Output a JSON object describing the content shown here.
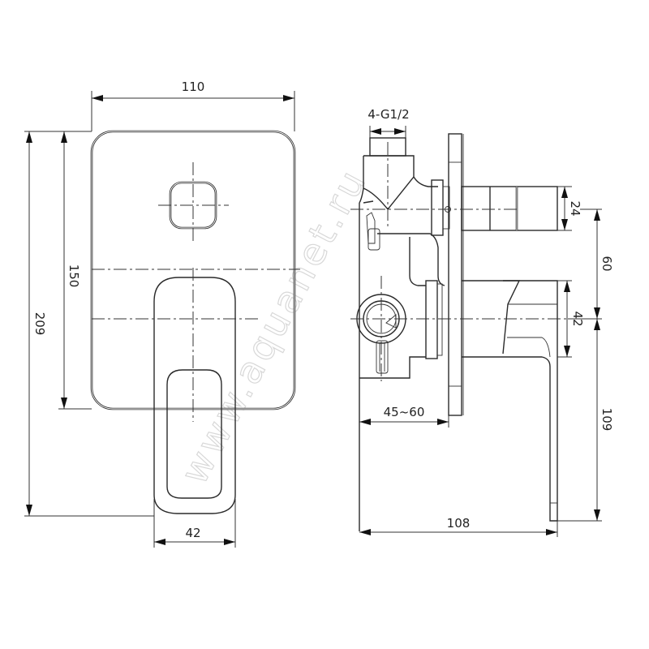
{
  "watermark": "www.aquanet.ru",
  "front_view": {
    "width_label": "110",
    "plate_height_label": "150",
    "total_height_label": "209",
    "handle_width_label": "42"
  },
  "side_view": {
    "thread_label": "4-G1/2",
    "stem_height_label": "24",
    "axis_offset_label": "60",
    "handle_height_label": "42",
    "lower_height_label": "109",
    "depth_range_label": "45~60",
    "total_depth_label": "108"
  },
  "colors": {
    "line": "#2a2a2a",
    "watermark": "#d8d8d8",
    "background": "#ffffff"
  }
}
